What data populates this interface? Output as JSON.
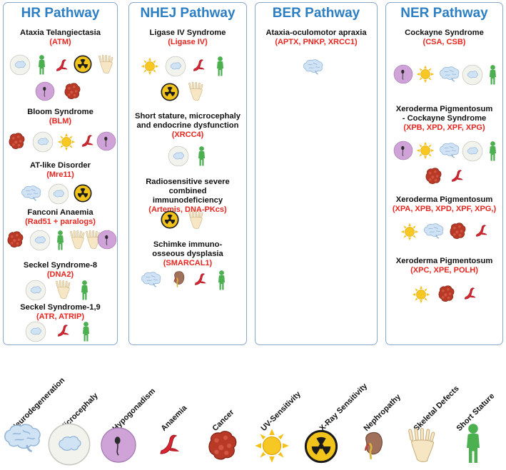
{
  "pathways": [
    {
      "title": "HR Pathway",
      "diseases": [
        {
          "name": "Ataxia Telangiectasia",
          "gene": "(ATM)",
          "icons": [
            "microcephaly-icon",
            "short-stature-icon",
            "anaemia-icon",
            "xray-icon",
            "skeletal-icon",
            "hypogonadism-icon",
            "cancer-icon"
          ]
        },
        {
          "name": "Bloom Syndrome",
          "gene": "(BLM)",
          "icons": [
            "cancer-icon",
            "microcephaly-icon",
            "uv-icon",
            "anaemia-icon",
            "hypogonadism-icon"
          ]
        },
        {
          "name": "AT-like Disorder",
          "gene": "(Mre11)",
          "icons": [
            "neurodegeneration-icon",
            "microcephaly-icon",
            "xray-icon"
          ]
        },
        {
          "name": "Fanconi Anaemia",
          "gene": "(Rad51 + paralogs)",
          "icons": [
            "cancer-icon",
            "microcephaly-icon",
            "short-stature-icon",
            "skeletal-icon",
            "skeletal-icon",
            "hypogonadism-icon"
          ]
        },
        {
          "name": "Seckel Syndrome-8",
          "gene": "(DNA2)",
          "icons": [
            "microcephaly-icon",
            "skeletal-icon",
            "short-stature-icon"
          ]
        },
        {
          "name": "Seckel Syndrome-1,9",
          "gene": "(ATR, ATRIP)",
          "icons": [
            "microcephaly-icon",
            "anaemia-icon",
            "short-stature-icon"
          ]
        }
      ]
    },
    {
      "title": "NHEJ Pathway",
      "diseases": [
        {
          "name": "Ligase IV Syndrome",
          "gene": "(Ligase IV)",
          "icons": [
            "uv-icon",
            "microcephaly-icon",
            "anaemia-icon",
            "short-stature-icon",
            "xray-icon",
            "skeletal-icon"
          ]
        },
        {
          "name": "Short stature, microcephaly and endocrine dysfunction",
          "gene": "(XRCC4)",
          "icons": [
            "microcephaly-icon",
            "short-stature-icon"
          ]
        },
        {
          "name": "Radiosensitive severe combined immunodeficiency",
          "gene": "(Artemis, DNA-PKcs)",
          "icons": [
            "xray-icon",
            "skeletal-icon"
          ]
        },
        {
          "name": "Schimke immuno-osseous dysplasia",
          "gene": "(SMARCAL1)",
          "icons": [
            "neurodegeneration-icon",
            "nephropathy-icon",
            "anaemia-icon",
            "short-stature-icon"
          ]
        }
      ]
    },
    {
      "title": "BER Pathway",
      "diseases": [
        {
          "name": "Ataxia-oculomotor apraxia",
          "gene": "(APTX, PNKP, XRCC1)",
          "icons": [
            "neurodegeneration-icon"
          ]
        }
      ]
    },
    {
      "title": "NER Pathway",
      "diseases": [
        {
          "name": "Cockayne Syndrome",
          "gene": "(CSA, CSB)",
          "icons": [
            "hypogonadism-icon",
            "uv-icon",
            "neurodegeneration-icon",
            "microcephaly-icon",
            "short-stature-icon"
          ]
        },
        {
          "name": "Xeroderma Pigmentosum - Cockayne Syndrome",
          "gene": "(XPB, XPD, XPF, XPG)",
          "icons": [
            "hypogonadism-icon",
            "uv-icon",
            "neurodegeneration-icon",
            "microcephaly-icon",
            "short-stature-icon",
            "cancer-icon",
            "anaemia-icon"
          ]
        },
        {
          "name": "Xeroderma Pigmentosum",
          "gene": "(XPA, XPB, XPD, XPF, XPG,)",
          "icons": [
            "uv-icon",
            "neurodegeneration-icon",
            "cancer-icon",
            "anaemia-icon"
          ]
        },
        {
          "name": "Xeroderma Pigmentosum",
          "gene": "(XPC, XPE, POLH)",
          "icons": [
            "uv-icon",
            "cancer-icon",
            "anaemia-icon"
          ]
        }
      ]
    }
  ],
  "legend": [
    {
      "label": "Neurodegeneration",
      "icon": "neurodegeneration-icon"
    },
    {
      "label": "Microcephaly",
      "icon": "microcephaly-icon"
    },
    {
      "label": "Hypogonadism",
      "icon": "hypogonadism-icon"
    },
    {
      "label": "Anaemia",
      "icon": "anaemia-icon"
    },
    {
      "label": "Cancer",
      "icon": "cancer-icon"
    },
    {
      "label": "UV-Sensitivity",
      "icon": "uv-icon"
    },
    {
      "label": "X-Ray Sensitivity",
      "icon": "xray-icon"
    },
    {
      "label": "Nephropathy",
      "icon": "nephropathy-icon"
    },
    {
      "label": "Skeletal Defects",
      "icon": "skeletal-icon"
    },
    {
      "label": "Short Stature",
      "icon": "short-stature-icon"
    }
  ],
  "colors": {
    "title": "#2d7fc4",
    "gene": "#e8251f",
    "panel_border": "#8aa7cc"
  }
}
